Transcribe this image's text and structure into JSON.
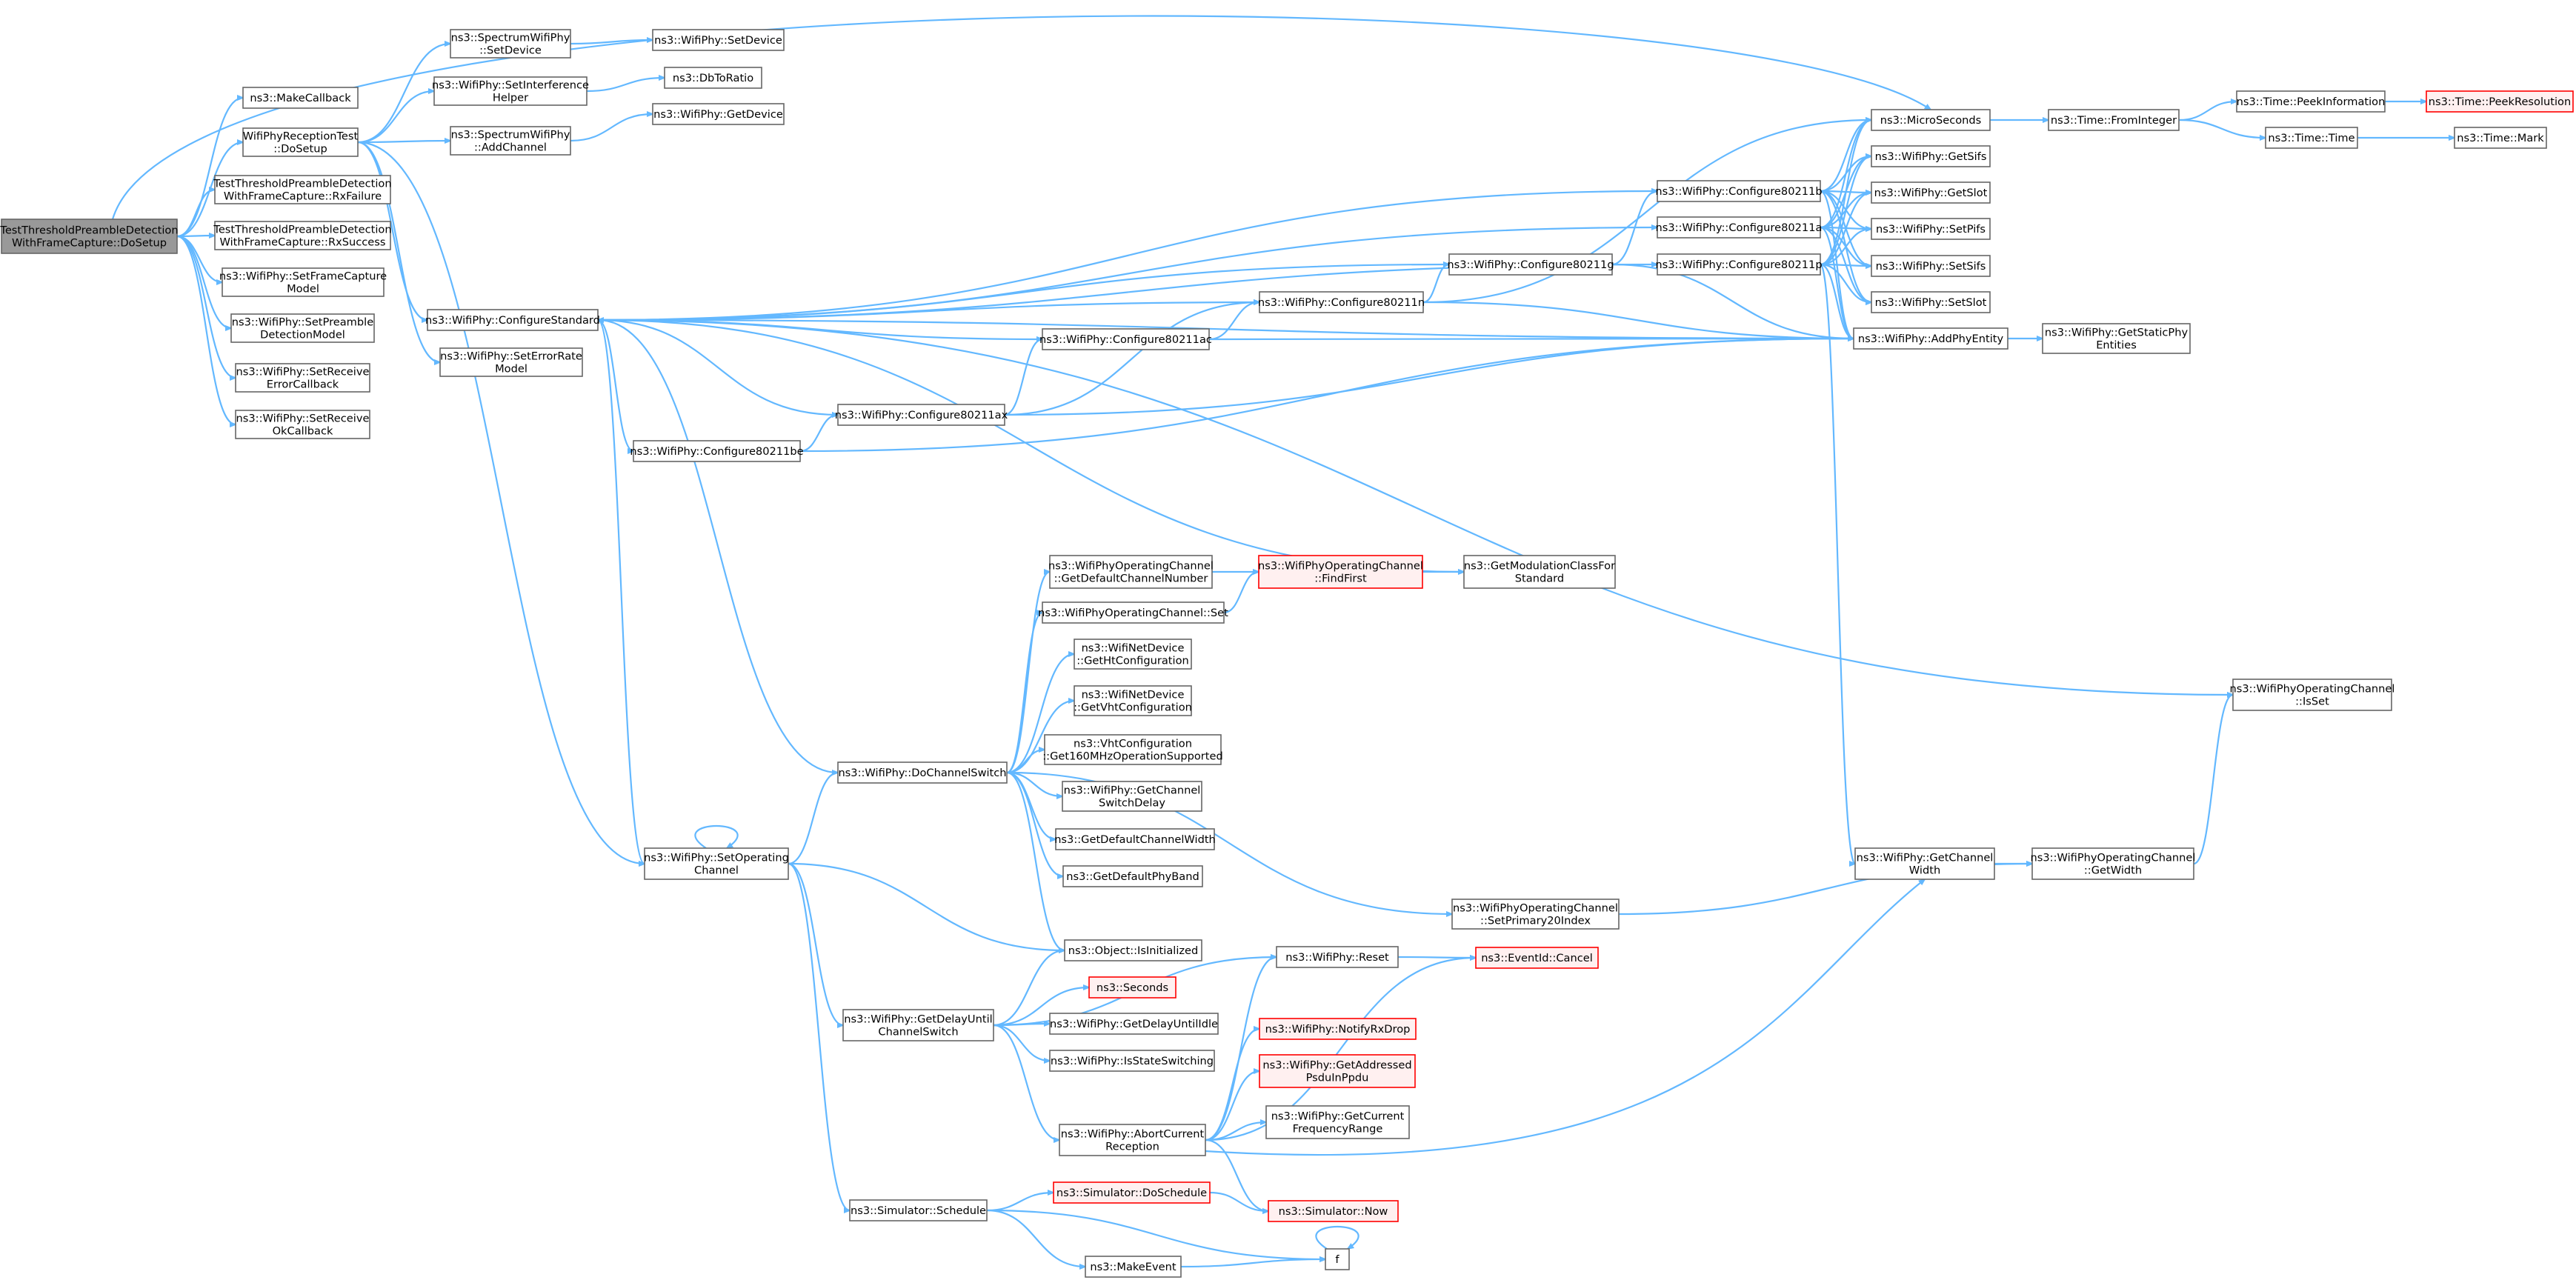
{
  "graph": {
    "nodes": {
      "root": [
        "TestThresholdPreambleDetection",
        "WithFrameCapture::DoSetup"
      ],
      "makeCallback": [
        "ns3::MakeCallback"
      ],
      "wifiPhyRxTestDoSetup": [
        "WifiPhyReceptionTest",
        "::DoSetup"
      ],
      "rxFailure": [
        "TestThresholdPreambleDetection",
        "WithFrameCapture::RxFailure"
      ],
      "rxSuccess": [
        "TestThresholdPreambleDetection",
        "WithFrameCapture::RxSuccess"
      ],
      "setFrameCaptureModel": [
        "ns3::WifiPhy::SetFrameCapture",
        "Model"
      ],
      "setPreambleDetectionModel": [
        "ns3::WifiPhy::SetPreamble",
        "DetectionModel"
      ],
      "setReceiveErrorCallback": [
        "ns3::WifiPhy::SetReceive",
        "ErrorCallback"
      ],
      "setReceiveOkCallback": [
        "ns3::WifiPhy::SetReceive",
        "OkCallback"
      ],
      "spectrumSetDevice": [
        "ns3::SpectrumWifiPhy",
        "::SetDevice"
      ],
      "setInterferenceHelper": [
        "ns3::WifiPhy::SetInterference",
        "Helper"
      ],
      "spectrumAddChannel": [
        "ns3::SpectrumWifiPhy",
        "::AddChannel"
      ],
      "wifiPhySetDevice": [
        "ns3::WifiPhy::SetDevice"
      ],
      "dbToRatio": [
        "ns3::DbToRatio"
      ],
      "wifiPhyGetDevice": [
        "ns3::WifiPhy::GetDevice"
      ],
      "configureStandard": [
        "ns3::WifiPhy::ConfigureStandard"
      ],
      "setErrorRateModel": [
        "ns3::WifiPhy::SetErrorRate",
        "Model"
      ],
      "configure80211ac": [
        "ns3::WifiPhy::Configure80211ac"
      ],
      "configure80211ax": [
        "ns3::WifiPhy::Configure80211ax"
      ],
      "configure80211be": [
        "ns3::WifiPhy::Configure80211be"
      ],
      "configure80211n": [
        "ns3::WifiPhy::Configure80211n"
      ],
      "configure80211g": [
        "ns3::WifiPhy::Configure80211g"
      ],
      "configure80211b": [
        "ns3::WifiPhy::Configure80211b"
      ],
      "configure80211a": [
        "ns3::WifiPhy::Configure80211a"
      ],
      "configure80211p": [
        "ns3::WifiPhy::Configure80211p"
      ],
      "microSeconds": [
        "ns3::MicroSeconds"
      ],
      "getSifs": [
        "ns3::WifiPhy::GetSifs"
      ],
      "getSlot": [
        "ns3::WifiPhy::GetSlot"
      ],
      "setPifs": [
        "ns3::WifiPhy::SetPifs"
      ],
      "setSifs": [
        "ns3::WifiPhy::SetSifs"
      ],
      "setSlot": [
        "ns3::WifiPhy::SetSlot"
      ],
      "addPhyEntity": [
        "ns3::WifiPhy::AddPhyEntity"
      ],
      "getStaticPhyEntities": [
        "ns3::WifiPhy::GetStaticPhy",
        "Entities"
      ],
      "fromInteger": [
        "ns3::Time::FromInteger"
      ],
      "peekInformation": [
        "ns3::Time::PeekInformation"
      ],
      "peekResolution": [
        "ns3::Time::PeekResolution"
      ],
      "timeTime": [
        "ns3::Time::Time"
      ],
      "timeMark": [
        "ns3::Time::Mark"
      ],
      "getDefaultChannelNumber": [
        "ns3::WifiPhyOperatingChannel",
        "::GetDefaultChannelNumber"
      ],
      "findFirst": [
        "ns3::WifiPhyOperatingChannel",
        "::FindFirst"
      ],
      "getModulationClassForStandard": [
        "ns3::GetModulationClassFor",
        "Standard"
      ],
      "operatingChannelSet": [
        "ns3::WifiPhyOperatingChannel::Set"
      ],
      "getHtConfiguration": [
        "ns3::WifiNetDevice",
        "::GetHtConfiguration"
      ],
      "getVhtConfiguration": [
        "ns3::WifiNetDevice",
        "::GetVhtConfiguration"
      ],
      "get160MHzOperationSupported": [
        "ns3::VhtConfiguration",
        "::Get160MHzOperationSupported"
      ],
      "getChannelSwitchDelay": [
        "ns3::WifiPhy::GetChannel",
        "SwitchDelay"
      ],
      "getDefaultChannelWidth": [
        "ns3::GetDefaultChannelWidth"
      ],
      "getDefaultPhyBand": [
        "ns3::GetDefaultPhyBand"
      ],
      "doChannelSwitch": [
        "ns3::WifiPhy::DoChannelSwitch"
      ],
      "operatingChannelIsSet": [
        "ns3::WifiPhyOperatingChannel",
        "::IsSet"
      ],
      "setOperatingChannel": [
        "ns3::WifiPhy::SetOperating",
        "Channel"
      ],
      "setPrimary20Index": [
        "ns3::WifiPhyOperatingChannel",
        "::SetPrimary20Index"
      ],
      "getChannelWidth": [
        "ns3::WifiPhy::GetChannel",
        "Width"
      ],
      "operatingChannelGetWidth": [
        "ns3::WifiPhyOperatingChannel",
        "::GetWidth"
      ],
      "isInitialized": [
        "ns3::Object::IsInitialized"
      ],
      "seconds": [
        "ns3::Seconds"
      ],
      "getDelayUntilChannelSwitch": [
        "ns3::WifiPhy::GetDelayUntil",
        "ChannelSwitch"
      ],
      "getDelayUntilIdle": [
        "ns3::WifiPhy::GetDelayUntilIdle"
      ],
      "isStateSwitching": [
        "ns3::WifiPhy::IsStateSwitching"
      ],
      "wifiPhyReset": [
        "ns3::WifiPhy::Reset"
      ],
      "eventIdCancel": [
        "ns3::EventId::Cancel"
      ],
      "notifyRxDrop": [
        "ns3::WifiPhy::NotifyRxDrop"
      ],
      "getAddressedPsduInPpdu": [
        "ns3::WifiPhy::GetAddressed",
        "PsduInPpdu"
      ],
      "getCurrentFrequencyRange": [
        "ns3::WifiPhy::GetCurrent",
        "FrequencyRange"
      ],
      "abortCurrentReception": [
        "ns3::WifiPhy::AbortCurrent",
        "Reception"
      ],
      "simulatorDoSchedule": [
        "ns3::Simulator::DoSchedule"
      ],
      "simulatorNow": [
        "ns3::Simulator::Now"
      ],
      "simulatorSchedule": [
        "ns3::Simulator::Schedule"
      ],
      "makeEvent": [
        "ns3::MakeEvent"
      ],
      "f": [
        "f"
      ]
    },
    "colors": {
      "edge": "#63b8ff",
      "node_border": "#666666",
      "root_fill": "#999999",
      "highlight_border": "#ff0000",
      "highlight_fill": "#fff0f0"
    }
  }
}
